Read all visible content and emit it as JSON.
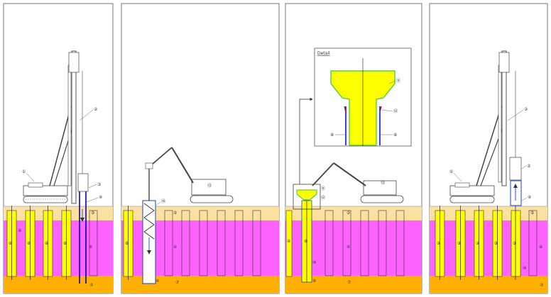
{
  "colors": {
    "sand": "#FBE0A2",
    "clay": "#FF63FF",
    "gravel": "#FFB000",
    "pile": "#FFFF00",
    "casing": "#0000CC",
    "machine": "#444444",
    "green": "#33CC33",
    "red": "#CC0000"
  },
  "panels": [
    {
      "id": "p1",
      "labels": {
        "rig": "①",
        "leader": "②",
        "auger": "③",
        "casing": "④",
        "ground": "⑤",
        "clay": "⑥",
        "gravel": "⑦",
        "pile": "⑧",
        "piles": "⑨"
      }
    },
    {
      "id": "p2",
      "labels": {
        "excavator": "⑬",
        "pipe": "⑭",
        "ground": "⑤",
        "clay": "⑥",
        "gravel": "⑦",
        "casing": "④",
        "pile": "⑧"
      }
    },
    {
      "id": "p3",
      "detail_title": "Detail",
      "labels": {
        "excavator": "⑬",
        "head": "⑪",
        "pile_top": "⑫",
        "ground": "⑤",
        "clay": "⑥",
        "gravel": "⑦",
        "casing": "④",
        "pile": "⑧",
        "bottom": "⑩",
        "d_head": "⑪",
        "d_red": "⑫",
        "d_left": "⑧",
        "d_right": "⑧"
      }
    },
    {
      "id": "p4",
      "labels": {
        "rig": "①",
        "leader": "②",
        "auger": "③",
        "casing": "④",
        "ground": "⑤",
        "clay": "⑥",
        "gravel": "⑦",
        "pile": "⑨",
        "bottom": "⑩"
      }
    }
  ]
}
